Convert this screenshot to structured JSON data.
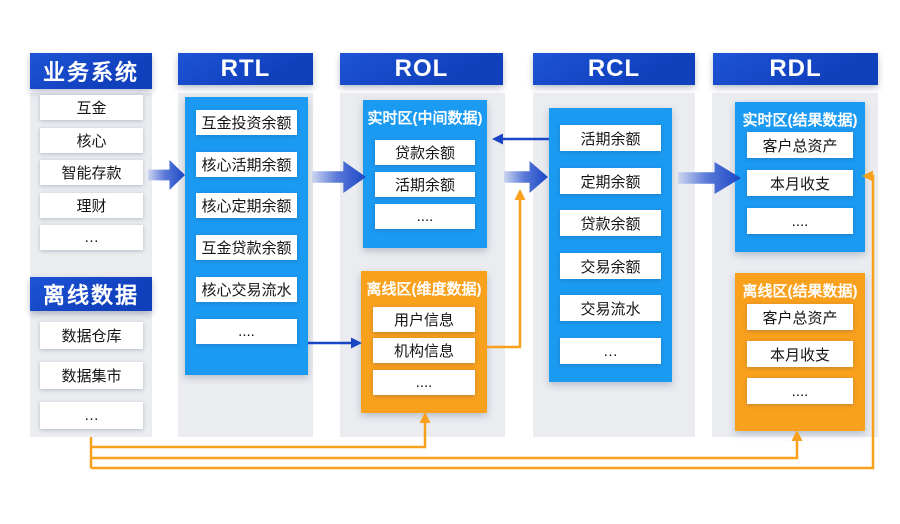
{
  "left": {
    "business": {
      "title": "业务系统",
      "items": [
        "互金",
        "核心",
        "智能存款",
        "理财",
        "…"
      ]
    },
    "offline": {
      "title": "离线数据",
      "items": [
        "数据仓库",
        "数据集市",
        "…"
      ]
    }
  },
  "rtl": {
    "title": "RTL",
    "items": [
      "互金投资余额",
      "核心活期余额",
      "核心定期余额",
      "互金贷款余额",
      "核心交易流水",
      "...."
    ]
  },
  "rol": {
    "title": "ROL",
    "realtime": {
      "title": "实时区(中间数据)",
      "items": [
        "贷款余额",
        "活期余额",
        "...."
      ]
    },
    "offline": {
      "title": "离线区(维度数据)",
      "items": [
        "用户信息",
        "机构信息",
        "...."
      ]
    }
  },
  "rcl": {
    "title": "RCL",
    "items": [
      "活期余额",
      "定期余额",
      "贷款余额",
      "交易余额",
      "交易流水",
      "…"
    ]
  },
  "rdl": {
    "title": "RDL",
    "realtime": {
      "title": "实时区(结果数据)",
      "items": [
        "客户总资产",
        "本月收支",
        "...."
      ]
    },
    "offline": {
      "title": "离线区(结果数据)",
      "items": [
        "客户总资产",
        "本月收支",
        "...."
      ]
    }
  },
  "colors": {
    "dark_blue": "#1445c7",
    "bright_blue": "#1b9af2",
    "orange": "#f9a01d",
    "panel_gray": "#eaecf0"
  }
}
